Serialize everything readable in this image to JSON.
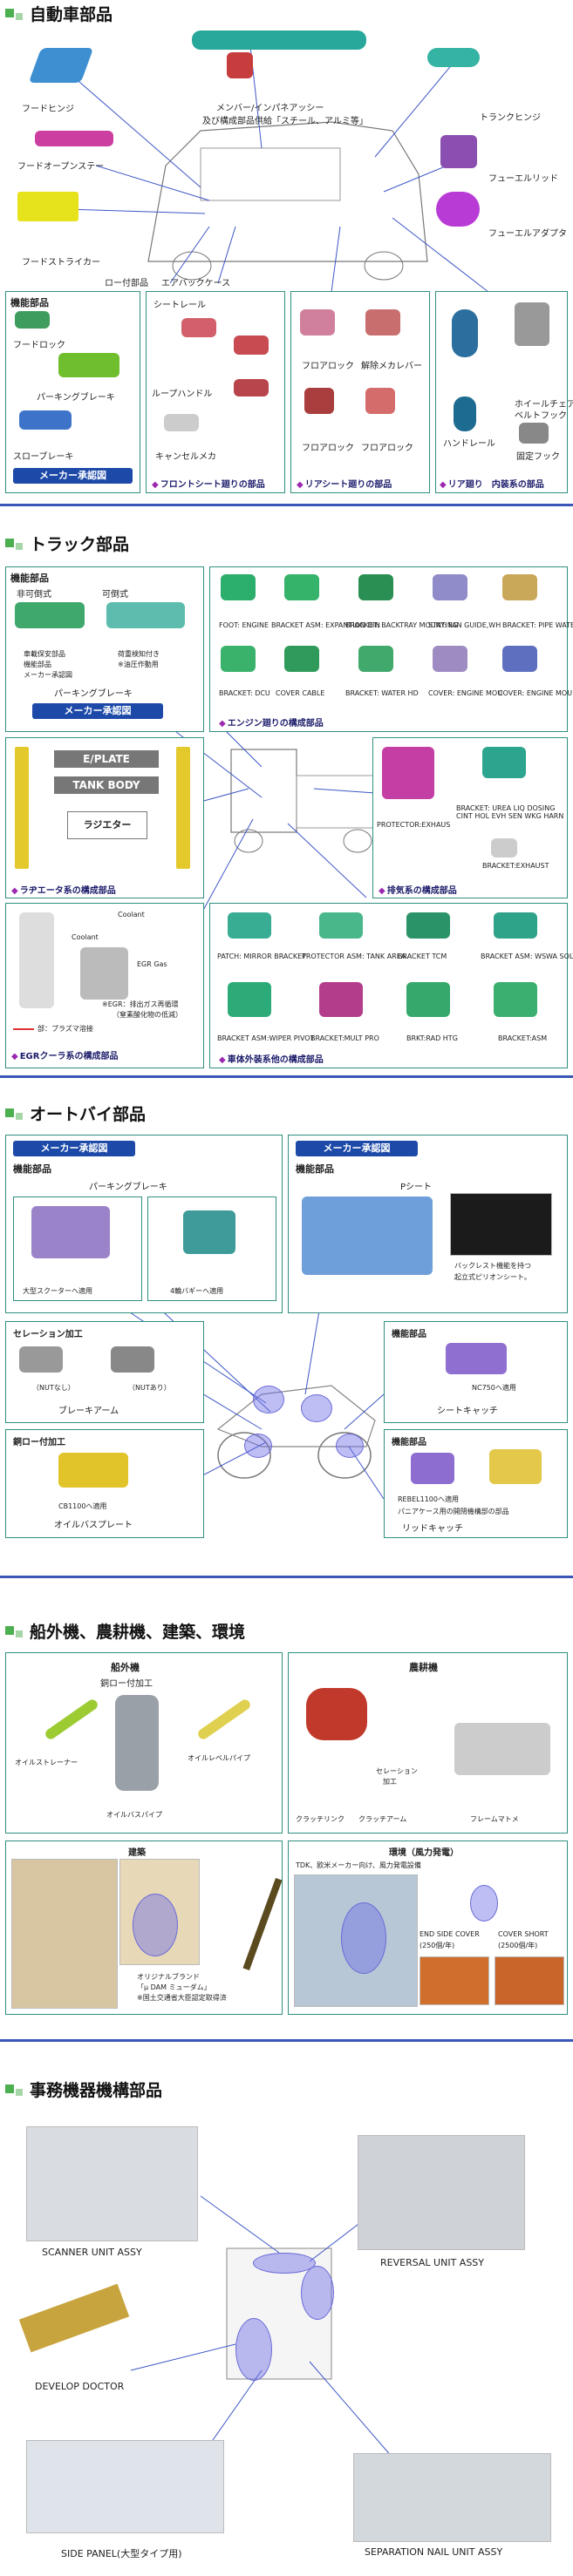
{
  "sections": {
    "auto": "自動車部品",
    "truck": "トラック部品",
    "bike": "オートバイ部品",
    "marine": "船外機、農耕機、建築、環境",
    "office": "事務機器機構部品"
  },
  "auto": {
    "labels": {
      "hood_hinge": "フードヒンジ",
      "hood_open_stay": "フードオープンステー",
      "hood_striker": "フードストライカー",
      "member": "メンバー/インパネアッシー",
      "member2": "及び構成部品供給「スチール、アルミ等」",
      "trunk_hinge": "トランクヒンジ",
      "fuel_lid": "フューエルリッド",
      "fuel_adapter": "フューエルアダプタ",
      "low_part": "ロー付部品",
      "air_bag": "エアバックケース"
    },
    "box1": {
      "title": "機能部品",
      "items": [
        "フードロック",
        "パーキングブレーキ",
        "スローブレーキ"
      ],
      "badge": "メーカー承認図"
    },
    "box2": {
      "items": [
        "シートレール",
        "ループハンドル",
        "キャンセルメカ"
      ],
      "caption": "フロントシート廻りの部品"
    },
    "box3": {
      "items": [
        "フロアロック",
        "解除メカレバー",
        "フロアロック",
        "フロアロック"
      ],
      "caption": "リアシート廻りの部品"
    },
    "box4": {
      "items": [
        "ホイールチェア",
        "ベルトフック",
        "ハンドレール",
        "固定フック"
      ],
      "caption": "リア廻り　内装系の部品"
    }
  },
  "truck": {
    "func": {
      "title": "機能部品",
      "non_movable": "非可倒式",
      "movable": "可倒式",
      "bullets": [
        "車載保安部品",
        "機能部品",
        "メーカー承認図"
      ],
      "note1": "荷重検知付き",
      "note2": "※油圧作動用",
      "part": "パーキングブレーキ",
      "badge": "メーカー承認図"
    },
    "engine": {
      "items": [
        "FOOT: ENGINE",
        "BRACKET ASM: EXPANTION DIN",
        "BRACKET: BACKTRAY MOUNTING",
        "STAY: FAN GUIDE,WH",
        "BRACKET: PIPE WATER",
        "BRACKET: DCU",
        "COVER CABLE",
        "BRACKET: WATER HD",
        "COVER: ENGINE MOU",
        "COVER: ENGINE MOU"
      ],
      "caption": "エンジン廻りの構成部品"
    },
    "radiator": {
      "e_plate": "E/PLATE",
      "tank_body": "TANK BODY",
      "radiator": "ラジエター",
      "caption": "ラヂエータ系の構成部品"
    },
    "exhaust": {
      "items": [
        "PROTECTOR:EXHAUS",
        "BRACKET: UREA LIQ DOSING CINT HOL EVH SEN WKG HARN",
        "BRACKET:EXHAUST"
      ],
      "caption": "排気系の構成部品"
    },
    "egr": {
      "coolant1": "Coolant",
      "coolant2": "Coolant",
      "egr_gas": "EGR Gas",
      "note1": "※EGR：排出ガス再循環",
      "note2": "（窒素酸化物の低減）",
      "legend": "部：プラズマ溶接",
      "caption": "EGRクーラ系の構成部品"
    },
    "body": {
      "items": [
        "PATCH: MIRROR BRACKET",
        "PROTECTOR ASM: TANK AREA",
        "BRACKET TCM",
        "BRACKET ASM: WSWA SOLV CNTR",
        "BRACKET ASM:WIPER PIVOT",
        "BRACKET:MULT PRO",
        "BRKT:RAD HTG",
        "BRACKET:ASM"
      ],
      "caption": "車体外装系他の構成部品"
    }
  },
  "bike": {
    "box1": {
      "badge": "メーカー承認図",
      "title": "機能部品",
      "part": "パーキングブレーキ",
      "items": [
        "大型スクーターへ適用",
        "4輪バギーへ適用"
      ]
    },
    "box2": {
      "badge": "メーカー承認図",
      "title": "機能部品",
      "part": "Pシート",
      "desc1": "バックレスト機能を持つ",
      "desc2": "起立式ピリオンシート。"
    },
    "box3": {
      "title": "セレーション加工",
      "items": [
        "（NUTなし）",
        "（NUTあり）"
      ],
      "part": "ブレーキアーム"
    },
    "box4": {
      "title": "機能部品",
      "apply": "NC750へ適用",
      "part": "シートキャッチ"
    },
    "box5": {
      "title": "銅ロー付加工",
      "apply": "CB1100へ適用",
      "part": "オイルバスプレート"
    },
    "box6": {
      "title": "機能部品",
      "apply": "REBEL1100へ適用",
      "desc": "パニアケース用の開閉機構部の部品",
      "part": "リッドキャッチ"
    }
  },
  "marine": {
    "outboard": {
      "title": "船外機",
      "sub": "銅ロー付加工",
      "items": [
        "オイルストレーナー",
        "オイルレベルパイプ",
        "オイルバスパイプ"
      ]
    },
    "farm": {
      "title": "農耕機",
      "items": [
        "クラッチリンク",
        "クラッチアーム",
        "セレーション",
        "加工",
        "フレームマトメ"
      ]
    },
    "build": {
      "title": "建築",
      "brand1": "オリジナルブランド",
      "brand2": "「μ DAM ミューダム」",
      "brand3": "※国土交通省大臣認定取得済"
    },
    "env": {
      "title": "環境（風力発電）",
      "desc": "TDK、欧米メーカー向け、風力発電設備",
      "items": [
        "END SIDE COVER",
        "(250個/年)",
        "COVER SHORT",
        "(2500個/年)"
      ]
    }
  },
  "office": {
    "items": [
      "SCANNER UNIT ASSY",
      "REVERSAL UNIT ASSY",
      "DEVELOP DOCTOR",
      "SIDE PANEL(大型タイプ用)",
      "SEPARATION NAIL UNIT ASSY"
    ]
  }
}
